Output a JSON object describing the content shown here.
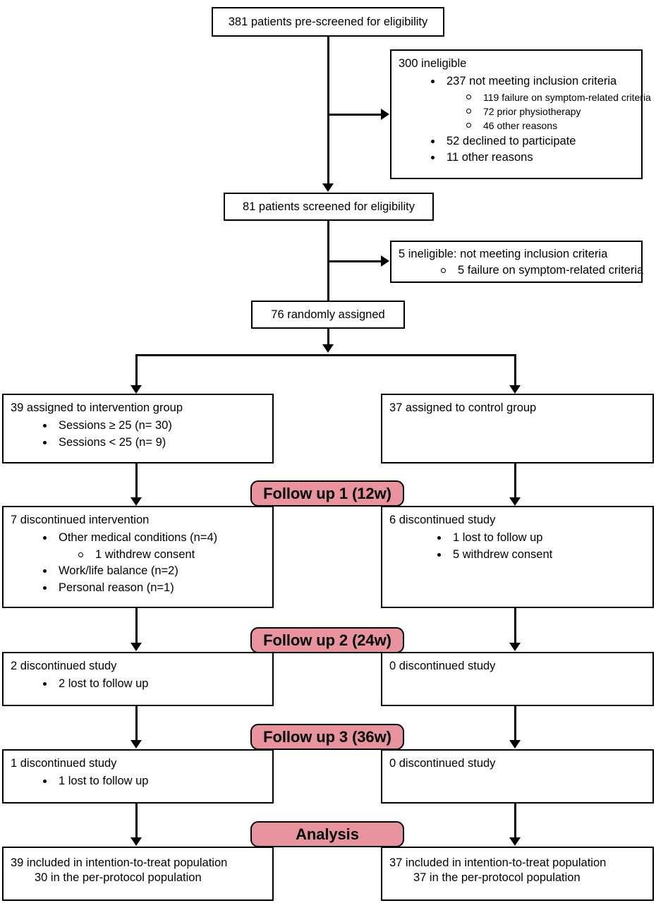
{
  "diagram": {
    "title": "CONSORT participant flow diagram",
    "accent_color": "#e8939d",
    "line_color": "#000000",
    "background": "#ffffff"
  },
  "nodes": {
    "prescreened": {
      "label": "381 patients pre-screened for eligibility"
    },
    "ineligible_300": {
      "label": "300 ineligible",
      "bullets": [
        {
          "label": "237 not meeting inclusion criteria",
          "sub": [
            "119 failure on symptom-related criteria",
            "72 prior physiotherapy",
            "46 other reasons"
          ]
        },
        {
          "label": "52 declined to participate",
          "sub": []
        },
        {
          "label": "11 other reasons",
          "sub": []
        }
      ]
    },
    "screened": {
      "label": "81 patients screened for eligibility"
    },
    "ineligible_5": {
      "label": "5 ineligible: not meeting inclusion criteria",
      "sub": [
        "5 failure on symptom-related criteria"
      ]
    },
    "randomized": {
      "label": "76 randomly assigned"
    },
    "intervention_alloc": {
      "label": "39 assigned to intervention group",
      "bullets": [
        "Sessions ≥ 25 (n= 30)",
        "Sessions < 25 (n= 9)"
      ]
    },
    "control_alloc": {
      "label": "37 assigned to control group",
      "bullets": []
    },
    "followup1_badge": {
      "label": "Follow up 1 (12w)"
    },
    "fu1_intervention": {
      "label": "7 discontinued intervention",
      "bullets": [
        {
          "label": "Other medical conditions (n=4)",
          "sub": [
            "1 withdrew consent"
          ]
        },
        {
          "label": "Work/life balance (n=2)",
          "sub": []
        },
        {
          "label": "Personal reason (n=1)",
          "sub": []
        }
      ]
    },
    "fu1_control": {
      "label": "6 discontinued study",
      "bullets": [
        "1 lost to follow up",
        "5 withdrew consent"
      ]
    },
    "followup2_badge": {
      "label": "Follow up 2 (24w)"
    },
    "fu2_intervention": {
      "label": "2 discontinued study",
      "bullets": [
        "2 lost to follow up"
      ]
    },
    "fu2_control": {
      "label": "0 discontinued study",
      "bullets": []
    },
    "followup3_badge": {
      "label": "Follow up 3 (36w)"
    },
    "fu3_intervention": {
      "label": "1 discontinued study",
      "bullets": [
        "1 lost to follow up"
      ]
    },
    "fu3_control": {
      "label": "0 discontinued study",
      "bullets": []
    },
    "analysis_badge": {
      "label": "Analysis"
    },
    "analysis_intervention": {
      "line1": "39 included in intention-to-treat population",
      "line2": "30 in the per-protocol population"
    },
    "analysis_control": {
      "line1": "37 included in intention-to-treat population",
      "line2": "37 in the per-protocol population"
    }
  }
}
